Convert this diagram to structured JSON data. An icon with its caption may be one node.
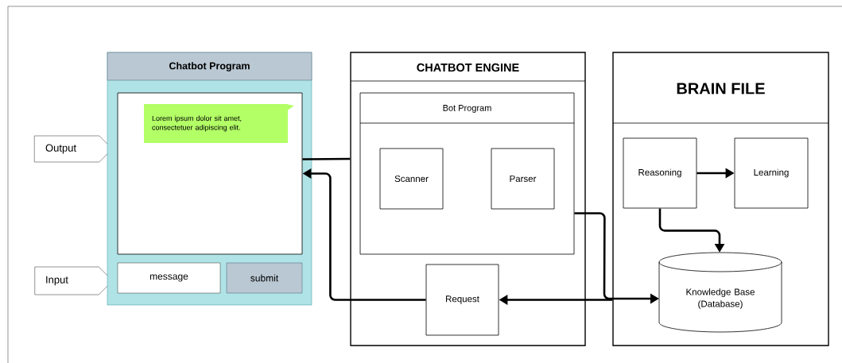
{
  "diagram": {
    "nodes": [
      {
        "text": [
          "Output"
        ]
      },
      {
        "text": [
          "Input"
        ]
      },
      {
        "text": [
          "Chatbot Program"
        ]
      },
      {
        "text": [],
        "shape": "box",
        "in": 2
      },
      {
        "text": [
          "Lorem ipsum dolor sit amet, consectetuer adipiscing elit."
        ],
        "in": 3
      },
      {
        "text": [
          "message"
        ],
        "in": 2
      },
      {
        "text": [
          "submit"
        ],
        "in": 2
      },
      {
        "text": [
          "CHATBOT ENGINE"
        ]
      },
      {
        "text": [
          "Bot Program"
        ],
        "in": 7
      },
      {
        "text": [
          "Scanner"
        ],
        "in": 8
      },
      {
        "text": [
          "Parser"
        ],
        "in": 8
      },
      {
        "text": [
          "Request"
        ],
        "in": 7
      },
      {
        "text": [
          "BRAIN FILE"
        ]
      },
      {
        "text": [
          "Reasoning"
        ],
        "in": 12
      },
      {
        "text": [
          "Learning"
        ],
        "in": 12
      },
      {
        "text": [
          "Knowledge Base (Database)"
        ],
        "in": 12
      }
    ],
    "edges": [
      {
        "from": 3,
        "to": 7,
        "arrow": "none"
      },
      {
        "from": 11,
        "to": 3,
        "arrow": "to"
      },
      {
        "from": 12,
        "to": 11,
        "arrow": "to"
      },
      {
        "from": 8,
        "to": 15,
        "arrow": "to"
      },
      {
        "from": 13,
        "to": 14,
        "arrow": "to"
      },
      {
        "from": 13,
        "to": 15,
        "arrow": "to"
      }
    ]
  }
}
